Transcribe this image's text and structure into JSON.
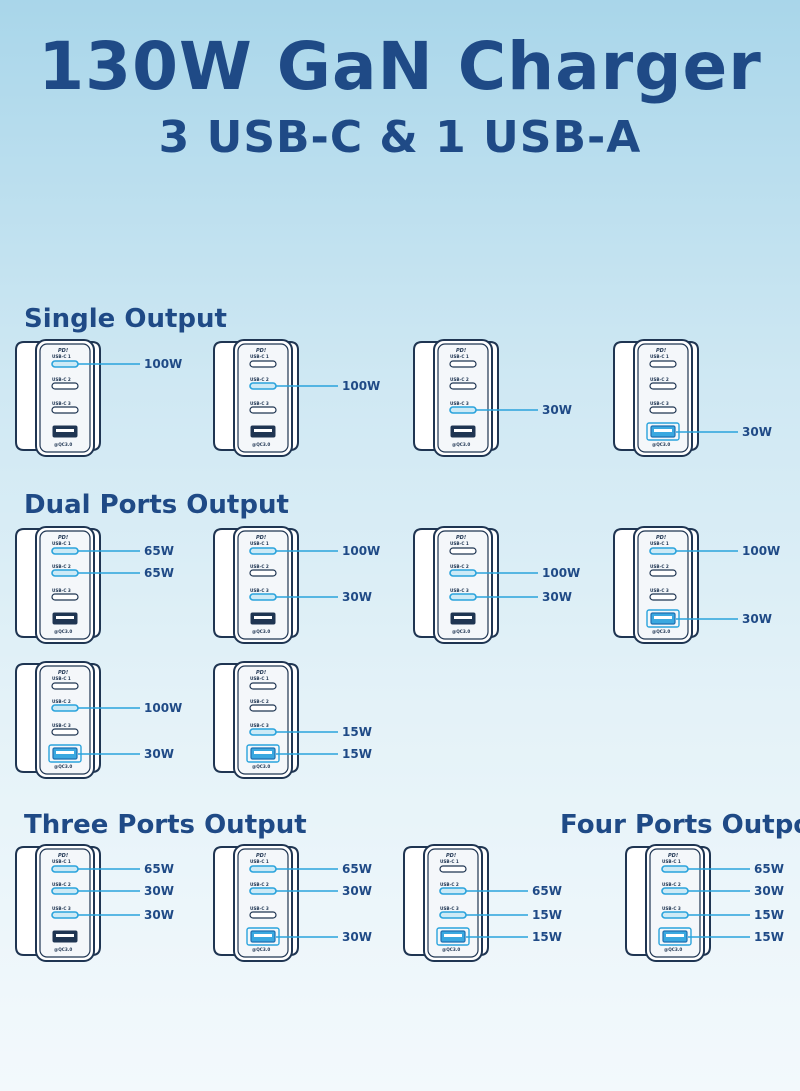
{
  "title": "130W GaN Charger",
  "subtitle": "3 USB-C & 1 USB-A",
  "port_labels": {
    "pd": "PD!",
    "c1": "USB-C 1",
    "c2": "USB-C 2",
    "c3": "USB-C 3",
    "qc": "@QC3.0"
  },
  "colors": {
    "heading": "#1f4a86",
    "accent": "#2aa3dc",
    "outline": "#1f3552"
  },
  "sections": [
    {
      "heading": "Single Output",
      "configs": [
        {
          "outputs": [
            {
              "port": "c1",
              "watt": "100W"
            }
          ]
        },
        {
          "outputs": [
            {
              "port": "c2",
              "watt": "100W"
            }
          ]
        },
        {
          "outputs": [
            {
              "port": "c3",
              "watt": "30W"
            }
          ]
        },
        {
          "outputs": [
            {
              "port": "a",
              "watt": "30W"
            }
          ]
        }
      ]
    },
    {
      "heading": "Dual Ports Output",
      "configs": [
        {
          "outputs": [
            {
              "port": "c1",
              "watt": "65W"
            },
            {
              "port": "c2",
              "watt": "65W"
            }
          ]
        },
        {
          "outputs": [
            {
              "port": "c1",
              "watt": "100W"
            },
            {
              "port": "c3",
              "watt": "30W"
            }
          ]
        },
        {
          "outputs": [
            {
              "port": "c2",
              "watt": "100W"
            },
            {
              "port": "c3",
              "watt": "30W"
            }
          ]
        },
        {
          "outputs": [
            {
              "port": "c1",
              "watt": "100W"
            },
            {
              "port": "a",
              "watt": "30W"
            }
          ]
        },
        {
          "outputs": [
            {
              "port": "c2",
              "watt": "100W"
            },
            {
              "port": "a",
              "watt": "30W"
            }
          ]
        },
        {
          "outputs": [
            {
              "port": "c3",
              "watt": "15W"
            },
            {
              "port": "a",
              "watt": "15W"
            }
          ]
        }
      ]
    },
    {
      "heading": "Three Ports Output",
      "configs": [
        {
          "outputs": [
            {
              "port": "c1",
              "watt": "65W"
            },
            {
              "port": "c2",
              "watt": "30W"
            },
            {
              "port": "c3",
              "watt": "30W"
            }
          ]
        },
        {
          "outputs": [
            {
              "port": "c1",
              "watt": "65W"
            },
            {
              "port": "c2",
              "watt": "30W"
            },
            {
              "port": "a",
              "watt": "30W"
            }
          ]
        },
        {
          "outputs": [
            {
              "port": "c2",
              "watt": "65W"
            },
            {
              "port": "c3",
              "watt": "15W"
            },
            {
              "port": "a",
              "watt": "15W"
            }
          ]
        }
      ]
    },
    {
      "heading": "Four Ports Outpot",
      "configs": [
        {
          "outputs": [
            {
              "port": "c1",
              "watt": "65W"
            },
            {
              "port": "c2",
              "watt": "30W"
            },
            {
              "port": "c3",
              "watt": "15W"
            },
            {
              "port": "a",
              "watt": "15W"
            }
          ]
        }
      ]
    }
  ]
}
